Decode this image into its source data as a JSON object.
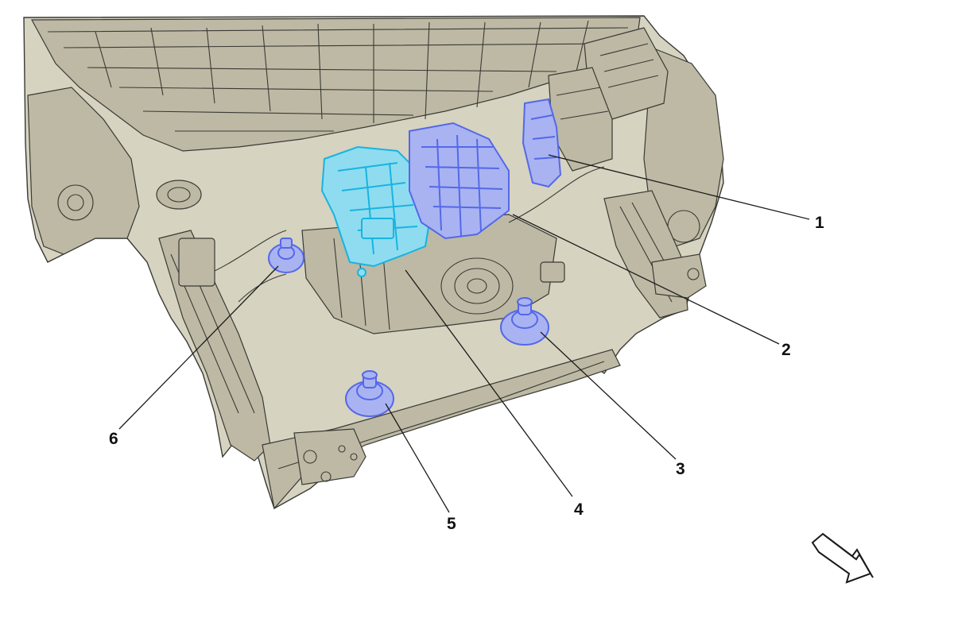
{
  "callouts": [
    {
      "id": "1",
      "label": "1"
    },
    {
      "id": "2",
      "label": "2"
    },
    {
      "id": "3",
      "label": "3"
    },
    {
      "id": "4",
      "label": "4"
    },
    {
      "id": "5",
      "label": "5"
    },
    {
      "id": "6",
      "label": "6"
    }
  ],
  "colors": {
    "chassis": "#d6d3c0",
    "outline": "#3a3a36",
    "highlight_cyan": "#17b4e0",
    "highlight_blue": "#5468e8",
    "background": "#ffffff"
  },
  "icons": {
    "direction": "direction-arrow-icon"
  }
}
